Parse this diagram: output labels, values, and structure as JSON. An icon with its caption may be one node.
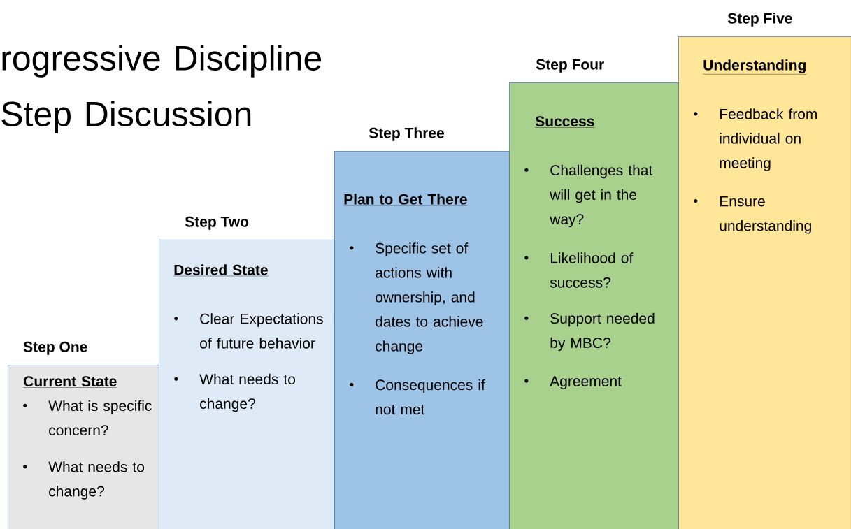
{
  "diagram": {
    "title": "rogressive Discipline Step Discussion",
    "nodes": [
      {
        "text": [
          "Step One",
          "Current State",
          "What is specific concern?",
          "What needs to change?"
        ]
      },
      {
        "text": [
          "Step Two",
          "Desired State",
          "Clear Expectations of future behavior",
          "What needs to change?"
        ]
      },
      {
        "text": [
          "Step Three",
          "Plan to Get There",
          "Specific set of actions with ownership, and dates to achieve change",
          "Consequences if not met"
        ]
      },
      {
        "text": [
          "Step Four",
          "Success",
          "Challenges that will get in the way?",
          "Likelihood of success?",
          "Support needed by MBC?",
          "Agreement"
        ]
      },
      {
        "text": [
          "Step Five",
          "Understanding",
          "Feedback from individual on meeting",
          "Ensure understanding"
        ]
      }
    ]
  }
}
